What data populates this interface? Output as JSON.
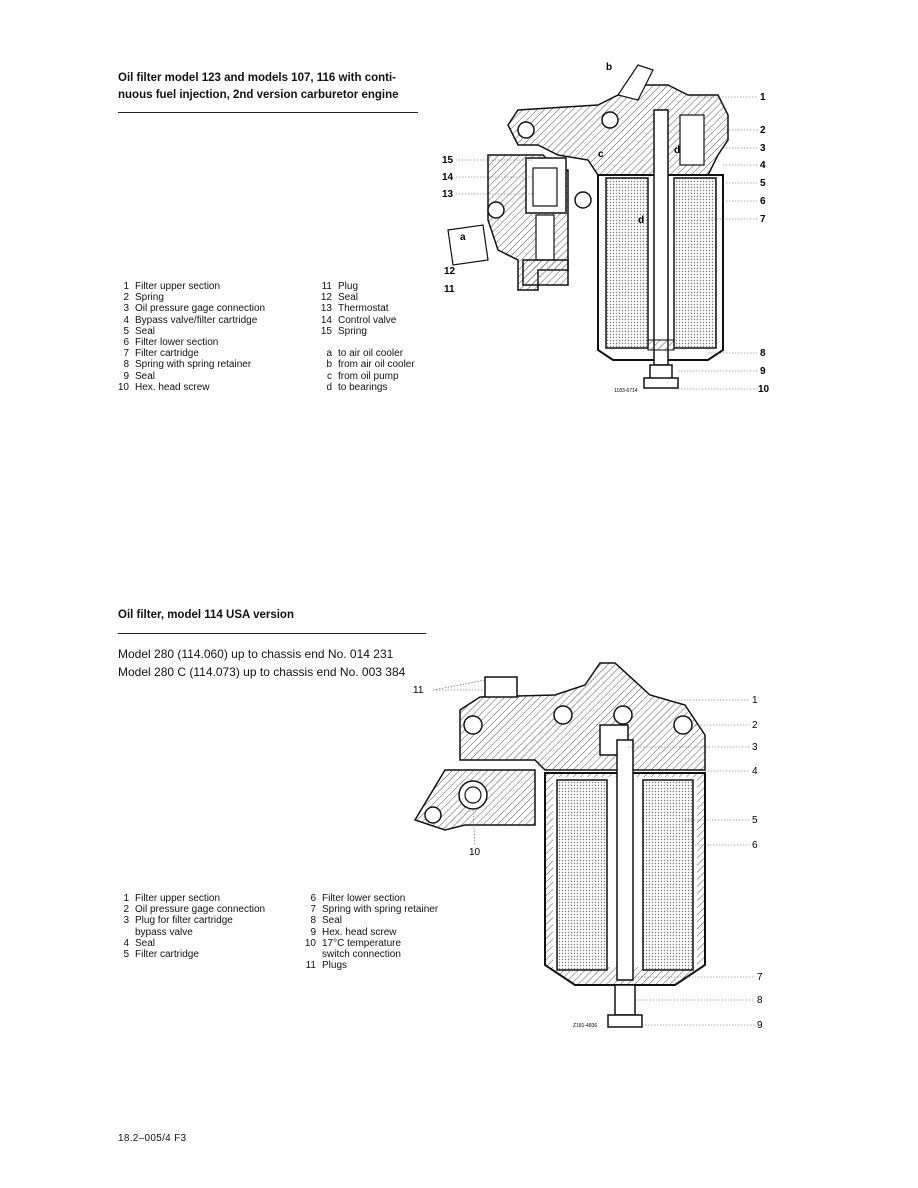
{
  "section1": {
    "title_line1": "Oil filter model 123 and models 107, 116 with conti-",
    "title_line2": "nuous fuel injection, 2nd version carburetor engine",
    "legend_left": [
      {
        "num": "1",
        "text": "Filter upper section"
      },
      {
        "num": "2",
        "text": "Spring"
      },
      {
        "num": "3",
        "text": "Oil pressure gage connection"
      },
      {
        "num": "4",
        "text": "Bypass valve/filter cartridge"
      },
      {
        "num": "5",
        "text": "Seal"
      },
      {
        "num": "6",
        "text": "Filter lower section"
      },
      {
        "num": "7",
        "text": "Filter cartridge"
      },
      {
        "num": "8",
        "text": "Spring with spring retainer"
      },
      {
        "num": "9",
        "text": "Seal"
      },
      {
        "num": "10",
        "text": "Hex. head screw"
      }
    ],
    "legend_right": [
      {
        "num": "11",
        "text": "Plug"
      },
      {
        "num": "12",
        "text": "Seal"
      },
      {
        "num": "13",
        "text": "Thermostat"
      },
      {
        "num": "14",
        "text": "Control valve"
      },
      {
        "num": "15",
        "text": "Spring"
      },
      {
        "num": "",
        "text": ""
      },
      {
        "num": "a",
        "text": "to air oil cooler"
      },
      {
        "num": "b",
        "text": "from air oil cooler"
      },
      {
        "num": "c",
        "text": "from oil pump"
      },
      {
        "num": "d",
        "text": "to bearings"
      }
    ],
    "diagram": {
      "drawing_number": "1183-6714",
      "callouts_right": [
        "1",
        "2",
        "3",
        "4",
        "5",
        "6",
        "7",
        "8",
        "9",
        "10"
      ],
      "callouts_left": [
        "15",
        "14",
        "13",
        "12",
        "11"
      ],
      "flow_labels": [
        "a",
        "b",
        "c",
        "d",
        "d"
      ]
    }
  },
  "section2": {
    "title": "Oil filter, model 114 USA version",
    "model_line1": "Model 280 (114.060) up to chassis end No. 014 231",
    "model_line2": "Model 280 C (114.073) up to chassis end No. 003 384",
    "legend_left": [
      {
        "num": "1",
        "text": "Filter upper section"
      },
      {
        "num": "2",
        "text": "Oil pressure gage connection"
      },
      {
        "num": "3",
        "text": "Plug for filter cartridge"
      },
      {
        "num": "",
        "text": "bypass valve"
      },
      {
        "num": "4",
        "text": "Seal"
      },
      {
        "num": "5",
        "text": "Filter cartridge"
      }
    ],
    "legend_right": [
      {
        "num": "6",
        "text": "Filter lower section"
      },
      {
        "num": "7",
        "text": "Spring with spring retainer"
      },
      {
        "num": "8",
        "text": "Seal"
      },
      {
        "num": "9",
        "text": "Hex. head screw"
      },
      {
        "num": "10",
        "text": "17°C temperature"
      },
      {
        "num": "",
        "text": "switch connection"
      },
      {
        "num": "11",
        "text": "Plugs"
      }
    ],
    "diagram": {
      "drawing_number": "Z181-4836",
      "callouts": [
        "11",
        "1",
        "2",
        "3",
        "4",
        "5",
        "6",
        "10",
        "7",
        "8",
        "9"
      ]
    }
  },
  "footer": "18.2–005/4  F3"
}
